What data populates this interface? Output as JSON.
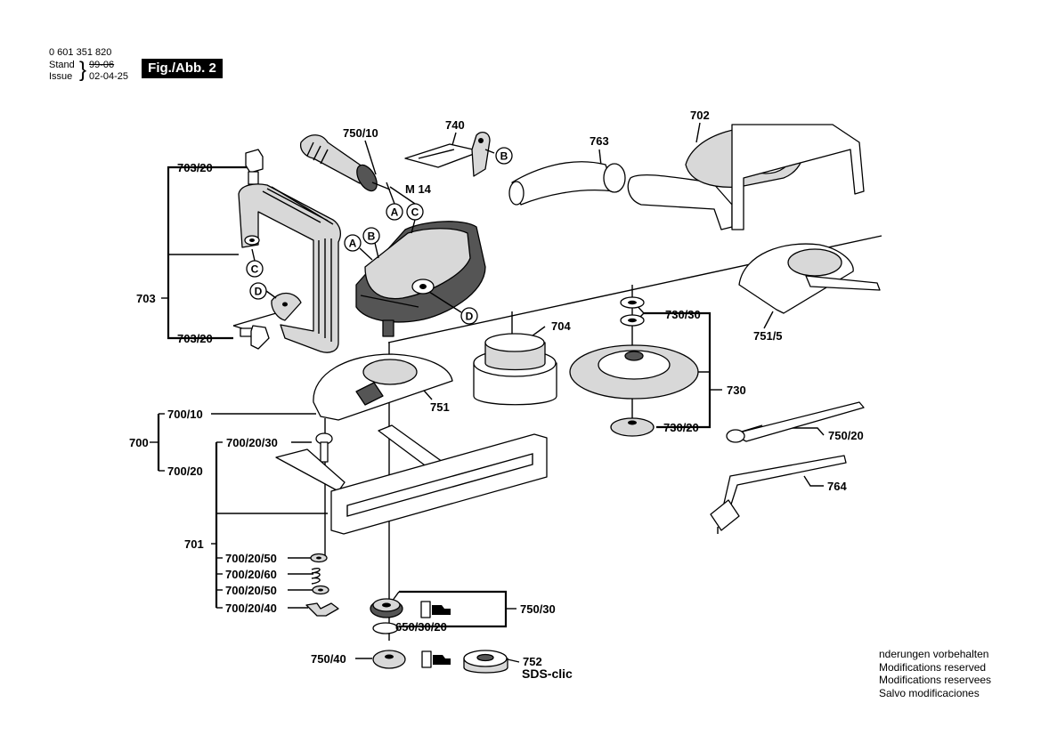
{
  "header": {
    "part_number": "0 601 351 820",
    "stand_label": "Stand",
    "stand_value": "99-06",
    "issue_label": "Issue",
    "issue_value": "02-04-25",
    "figure_label": "Fig./Abb. 2"
  },
  "labels": {
    "l703": "703",
    "l703_20_top": "703/20",
    "l703_20_bottom": "703/20",
    "l750_10": "750/10",
    "lm14": "M 14",
    "l740": "740",
    "l763": "763",
    "l702": "702",
    "l704": "704",
    "l730_30": "730/30",
    "l730": "730",
    "l730_20": "730/20",
    "l751_5": "751/5",
    "l751": "751",
    "l700": "700",
    "l700_10": "700/10",
    "l700_20": "700/20",
    "l700_20_30": "700/20/30",
    "l701": "701",
    "l700_20_50_a": "700/20/50",
    "l700_20_60": "700/20/60",
    "l700_20_50_b": "700/20/50",
    "l700_20_40": "700/20/40",
    "l750_20": "750/20",
    "l764": "764",
    "l750_30": "750/30",
    "l650_30_20": "650/30/20",
    "l750_40": "750/40",
    "l752": "752",
    "sds_clic": "SDS-clic"
  },
  "callouts": {
    "a": "A",
    "b": "B",
    "c": "C",
    "d": "D"
  },
  "notes": [
    "nderungen vorbehalten",
    "Modifications reserved",
    "Modifications reservees",
    "Salvo modificaciones"
  ]
}
